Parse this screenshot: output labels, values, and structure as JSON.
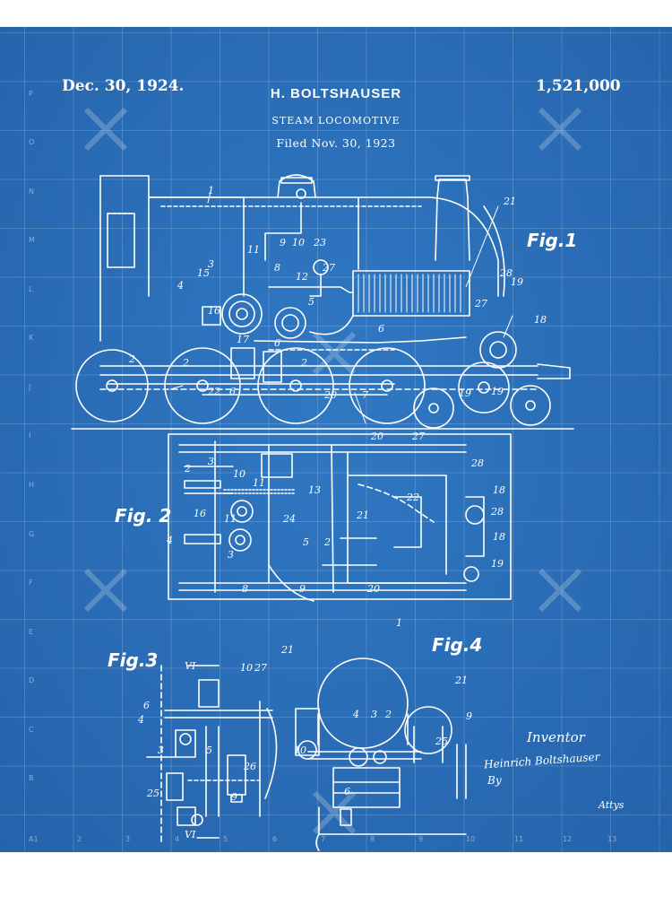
{
  "patent": {
    "date": "Dec. 30, 1924.",
    "number": "1,521,000",
    "inventor": "H. BOLTSHAUSER",
    "title": "STEAM LOCOMOTIVE",
    "filed": "Filed Nov. 30, 1923"
  },
  "figures": {
    "fig1": "Fig.1",
    "fig2": "Fig. 2",
    "fig3": "Fig.3",
    "fig4": "Fig.4"
  },
  "grid": {
    "rows": [
      "P",
      "O",
      "N",
      "M",
      "L",
      "K",
      "J",
      "I",
      "H",
      "G",
      "F",
      "E",
      "D",
      "C",
      "B",
      "A1"
    ],
    "columns": [
      "2",
      "3",
      "4",
      "5",
      "6",
      "7",
      "8",
      "9",
      "10",
      "11",
      "12",
      "13"
    ]
  },
  "signature": {
    "inventor_label": "Inventor",
    "name": "Heinrich Boltshauser",
    "by": "By",
    "attys": "Attys"
  },
  "colors": {
    "background": "#2a6db5",
    "lines": "#ffffff"
  }
}
